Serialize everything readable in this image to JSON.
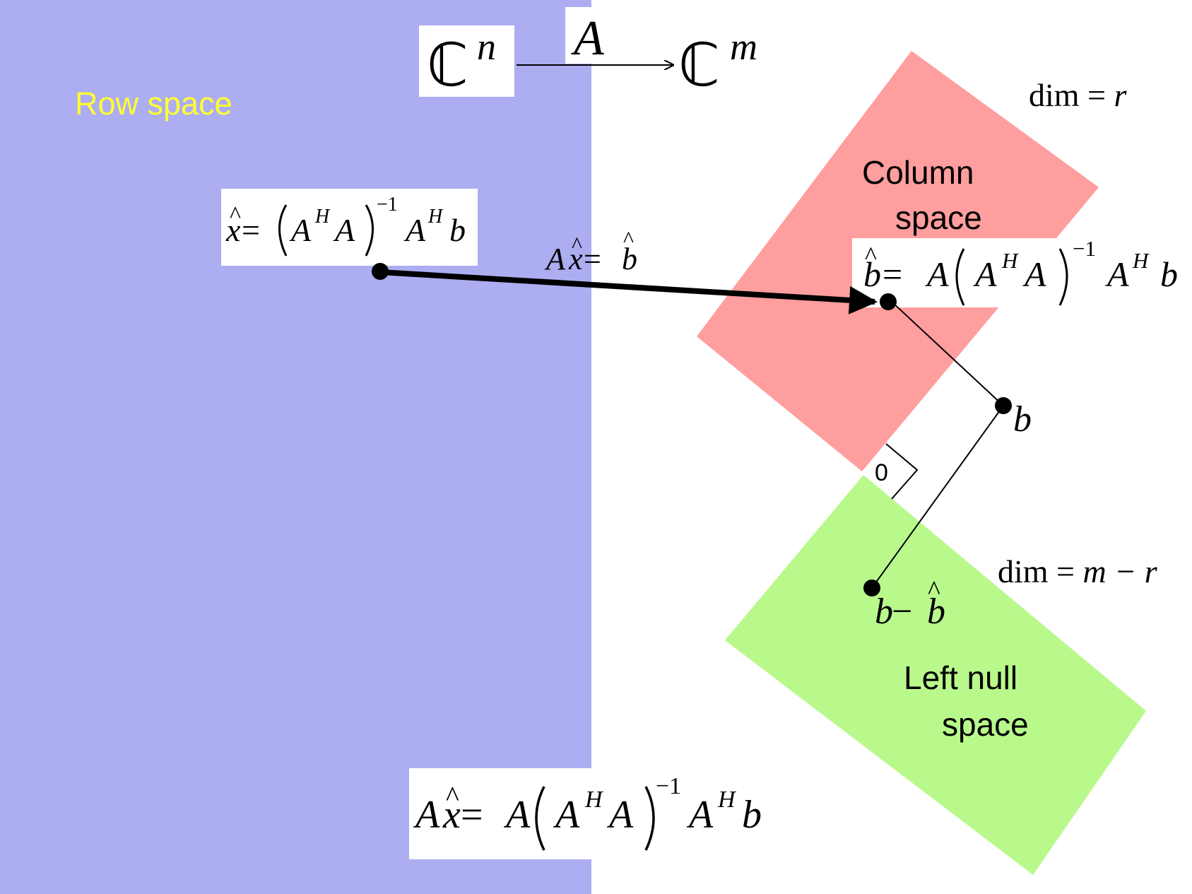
{
  "colors": {
    "row_space": "#adadf2",
    "column_space": "#ff9e9e",
    "left_null_space": "#b9f98c",
    "row_label": "#ffff33",
    "ink": "#000000"
  },
  "mapping": {
    "domain_base": "ℂ",
    "domain_sup": "n",
    "codomain_base": "ℂ",
    "codomain_sup": "m",
    "map": "A"
  },
  "labels": {
    "row_space": "Row space",
    "column_space_line1": "Column",
    "column_space_line2": "space",
    "left_null_line1": "Left null",
    "left_null_line2": "space",
    "dim_column_prefix": "dim = ",
    "dim_column_var": "r",
    "dim_left_prefix": "dim = ",
    "dim_left_var": "m − r",
    "zero": "0"
  },
  "equations": {
    "xhat_rhs_A1": "A",
    "xhat_rhs_H1": "H",
    "xhat_rhs_A2": "A",
    "xhat_rhs_inv": "−1",
    "xhat_rhs_A3": "A",
    "xhat_rhs_H2": "H",
    "xhat_rhs_b": "b",
    "arrow_A": "A",
    "arrow_x": "x",
    "arrow_eq": " = ",
    "arrow_b": "b",
    "bhat_eq": " = ",
    "bhat_A0": "A",
    "bhat_A1": "A",
    "bhat_H1": "H",
    "bhat_A2": "A",
    "bhat_inv": "−1",
    "bhat_A3": "A",
    "bhat_H2": "H",
    "bhat_b": "b",
    "b_point": "b",
    "resid_b": "b",
    "resid_minus": " − ",
    "resid_bhat": "b",
    "bottom_A": "A",
    "bottom_x": "x",
    "bottom_eq": " = ",
    "bottom_A0": "A",
    "bottom_A1": "A",
    "bottom_H1": "H",
    "bottom_A2": "A",
    "bottom_inv": "−1",
    "bottom_A3": "A",
    "bottom_H2": "H",
    "bottom_b": "b",
    "xhat_var": "x",
    "xhat_eq": " = ",
    "hat": "^"
  }
}
